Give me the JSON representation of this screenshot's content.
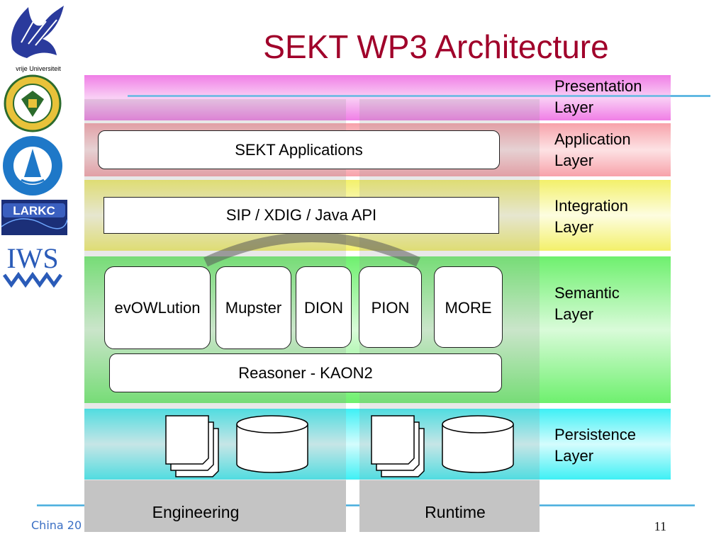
{
  "title": "SEKT WP3 Architecture",
  "footer_left": "China 20",
  "page_number": "11",
  "logos": {
    "vu_caption": "vrije Universiteit",
    "larkc": "LARKC",
    "iws": "IWS"
  },
  "layers": {
    "presentation": [
      "Presentation",
      "Layer"
    ],
    "application": [
      "Application",
      "Layer"
    ],
    "integration": [
      "Integration",
      "Layer"
    ],
    "semantic": [
      "Semantic",
      "Layer"
    ],
    "persistence": [
      "Persistence",
      "Layer"
    ]
  },
  "boxes": {
    "sekt_applications": "SEKT Applications",
    "integration_api": "SIP / XDIG / Java API",
    "reasoner": "Reasoner - KAON2"
  },
  "modules": [
    "evOWLution",
    "Mupster",
    "DION",
    "PION",
    "MORE"
  ],
  "columns": {
    "engineering": "Engineering",
    "runtime": "Runtime"
  },
  "colors": {
    "title": "#a0002a",
    "presentation": "#f07ee6",
    "application": "#f7a2aa",
    "integration": "#f3f06a",
    "semantic": "#6ef06e",
    "persistence": "#3ef0f5",
    "column": "#c4c4c4"
  }
}
